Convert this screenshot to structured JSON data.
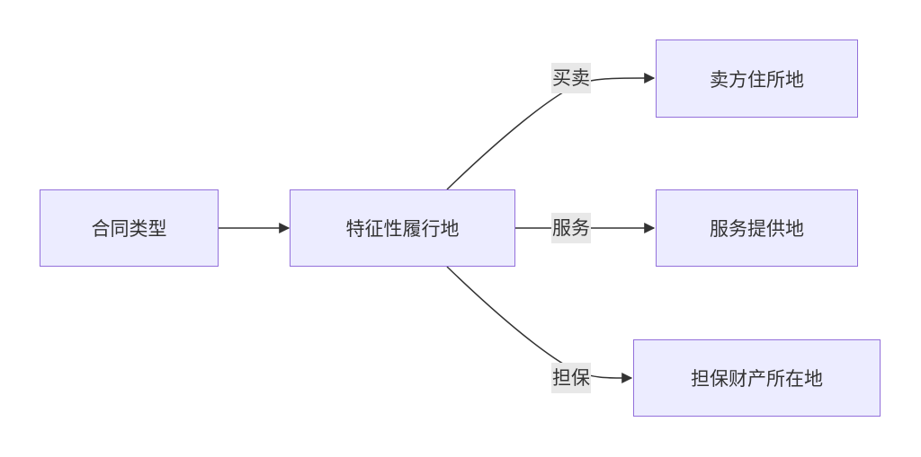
{
  "nodes": {
    "contract_type": "合同类型",
    "characteristic_place": "特征性履行地",
    "seller_domicile": "卖方住所地",
    "service_place": "服务提供地",
    "guarantee_property": "担保财产所在地"
  },
  "edges": {
    "sale": "买卖",
    "service": "服务",
    "guarantee": "担保"
  },
  "colors": {
    "node_fill": "#ececff",
    "node_border": "#9370db",
    "edge": "#333333",
    "label_bg": "#e8e8e8"
  }
}
